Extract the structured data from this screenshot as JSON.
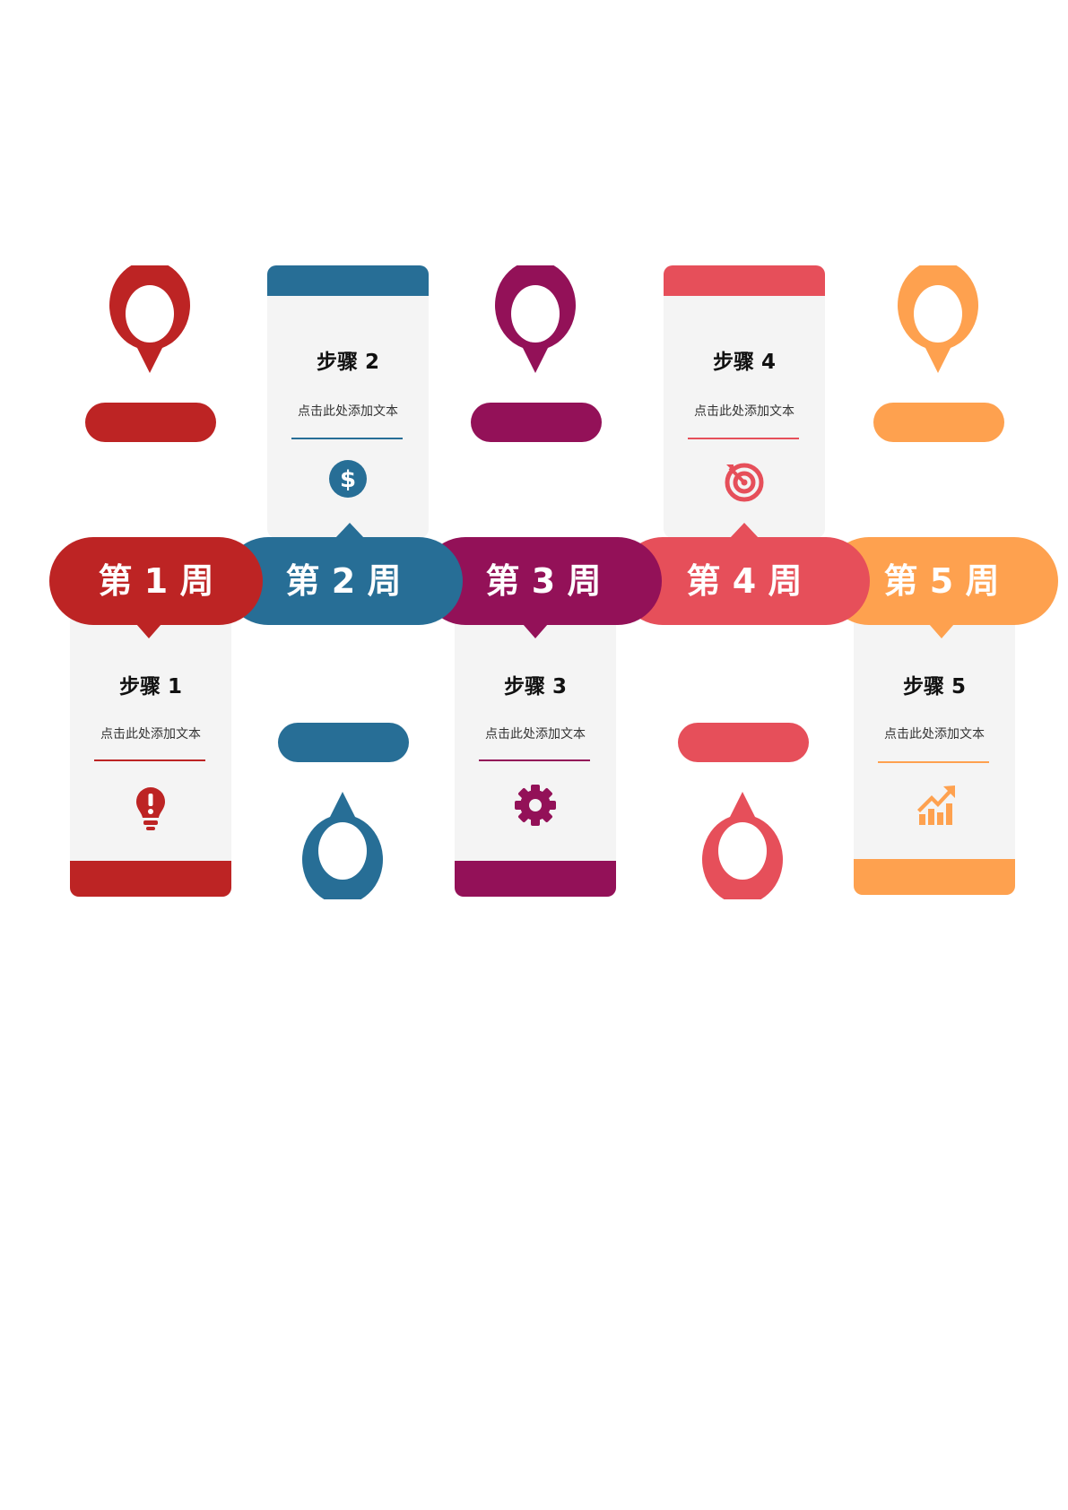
{
  "weeks": [
    "第 1 周",
    "第 2 周",
    "第 3 周",
    "第 4 周",
    "第 5 周"
  ],
  "steps": [
    {
      "title": "步骤 1",
      "text": "点击此处添加文本",
      "icon": "lightbulb-exclamation-icon",
      "color": "#bd2424"
    },
    {
      "title": "步骤 2",
      "text": "点击此处添加文本",
      "icon": "dollar-icon",
      "color": "#276e96"
    },
    {
      "title": "步骤 3",
      "text": "点击此处添加文本",
      "icon": "gear-icon",
      "color": "#931158"
    },
    {
      "title": "步骤 4",
      "text": "点击此处添加文本",
      "icon": "target-icon",
      "color": "#e64f5a"
    },
    {
      "title": "步骤 5",
      "text": "点击此处添加文本",
      "icon": "growth-chart-icon",
      "color": "#fea14f"
    }
  ]
}
